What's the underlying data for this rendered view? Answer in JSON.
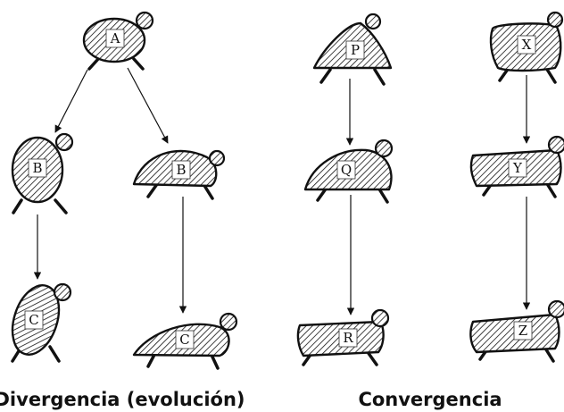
{
  "diagram": {
    "divergence": {
      "caption": "Divergencia (evolución)",
      "nodes": [
        "A",
        "B",
        "B",
        "C",
        "C"
      ]
    },
    "convergence": {
      "caption": "Convergencia",
      "nodes": [
        "P",
        "Q",
        "R",
        "X",
        "Y",
        "Z"
      ]
    }
  }
}
